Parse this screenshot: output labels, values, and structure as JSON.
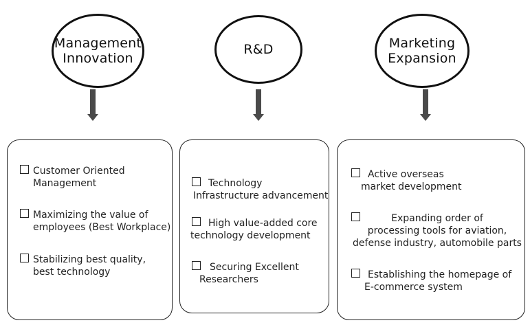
{
  "columns": [
    {
      "title": "Management\nInnovation",
      "items": [
        {
          "text": "Customer Oriented\nManagement"
        },
        {
          "text": "Maximizing the value of\nemployees (Best Workplace)"
        },
        {
          "text": "Stabilizing best quality,\nbest technology"
        }
      ]
    },
    {
      "title": "R&D",
      "items": [
        {
          "text": "Technology\nInfrastructure advancement"
        },
        {
          "text": "High value-added core\ntechnology development"
        },
        {
          "text": "Securing Excellent\nResearchers"
        }
      ]
    },
    {
      "title": "Marketing\nExpansion",
      "items": [
        {
          "text": "Active overseas\nmarket development"
        },
        {
          "text": "Expanding order of\nprocessing tools for aviation,\ndefense industry, automobile parts"
        },
        {
          "text": "Establishing the homepage of\nE-commerce system"
        }
      ]
    }
  ]
}
